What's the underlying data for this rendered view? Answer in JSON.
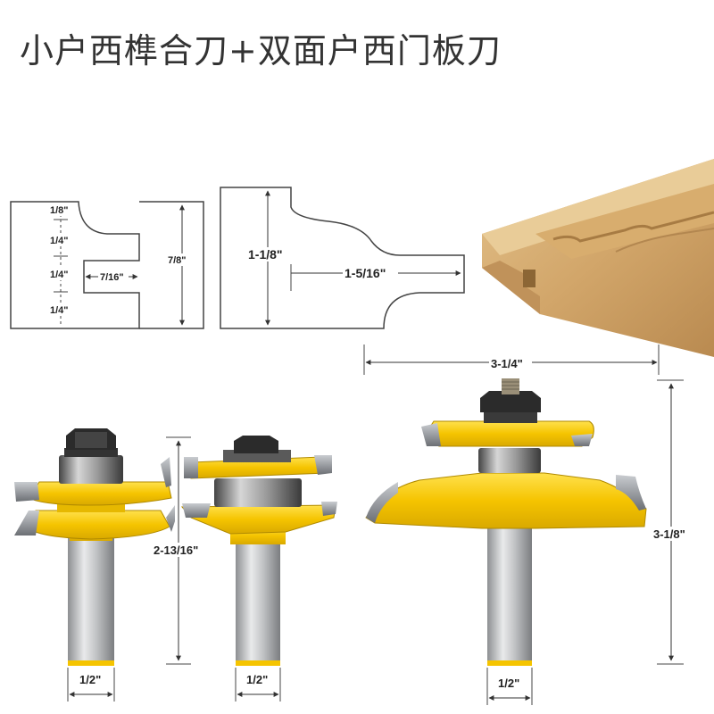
{
  "title": "小户西榫合刀+双面户西门板刀",
  "profile_left": {
    "segments": [
      "1/8\"",
      "1/4\"",
      "1/4\"",
      "1/4\""
    ],
    "slot_depth": "7/16\"",
    "height": "7/8\""
  },
  "profile_right": {
    "height": "1-1/8\"",
    "width": "1-5/16\""
  },
  "bits": {
    "bit1_shank": "1/2\"",
    "bit2_shank": "1/2\"",
    "pair_height": "2-13/16\"",
    "bit3_diameter": "3-1/4\"",
    "bit3_height": "3-1/8\"",
    "bit3_shank": "1/2\""
  },
  "colors": {
    "body": "#f5c400",
    "body_dark": "#d4a000",
    "shank": "#c8c8c8",
    "carbide": "#8a8d92",
    "wood": "#d9b47a"
  }
}
